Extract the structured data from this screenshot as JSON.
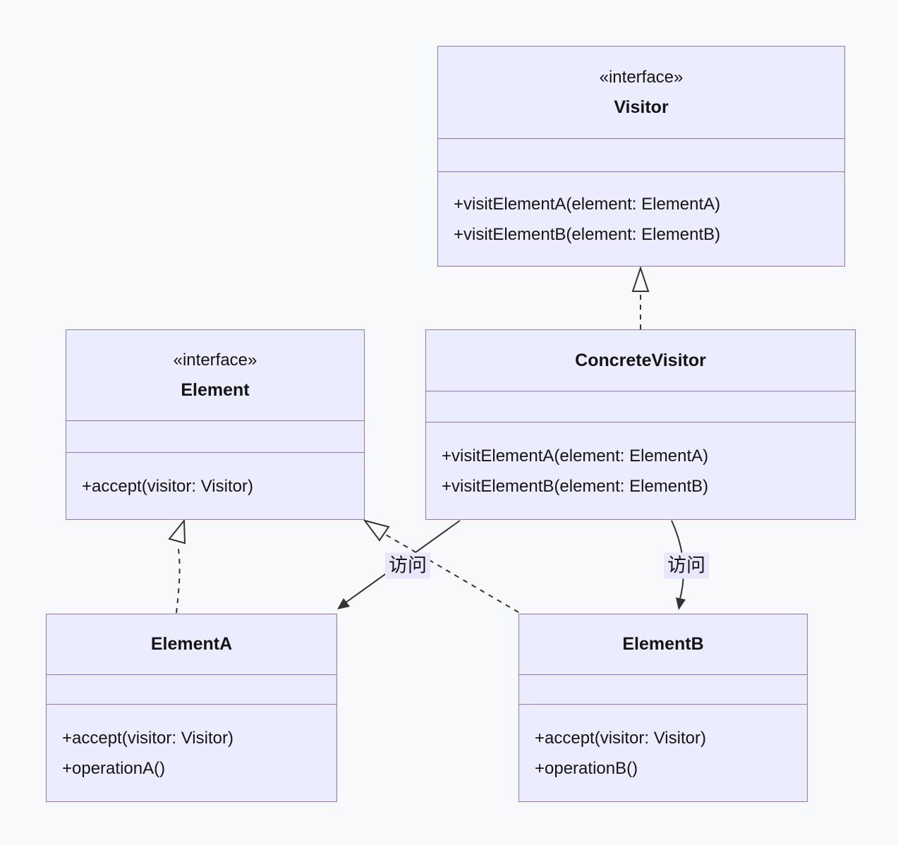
{
  "diagram_type": "uml-class-diagram",
  "colors": {
    "node_fill": "#ececff",
    "node_border": "#9370db",
    "edge_stroke": "#333333",
    "background": "#f8f9fb",
    "edge_label_bg": "#e8e8fc",
    "text": "#141414"
  },
  "classes": [
    {
      "id": "visitor",
      "stereotype": "«interface»",
      "name": "Visitor",
      "methods": [
        "+visitElementA(element: ElementA)",
        "+visitElementB(element: ElementB)"
      ]
    },
    {
      "id": "element",
      "stereotype": "«interface»",
      "name": "Element",
      "methods": [
        "+accept(visitor: Visitor)"
      ]
    },
    {
      "id": "concrete-visitor",
      "stereotype": "",
      "name": "ConcreteVisitor",
      "methods": [
        "+visitElementA(element: ElementA)",
        "+visitElementB(element: ElementB)"
      ]
    },
    {
      "id": "element-a",
      "stereotype": "",
      "name": "ElementA",
      "methods": [
        "+accept(visitor: Visitor)",
        "+operationA()"
      ]
    },
    {
      "id": "element-b",
      "stereotype": "",
      "name": "ElementB",
      "methods": [
        "+accept(visitor: Visitor)",
        "+operationB()"
      ]
    }
  ],
  "edges": [
    {
      "from": "ConcreteVisitor",
      "to": "Visitor",
      "type": "realization",
      "label": ""
    },
    {
      "from": "ElementA",
      "to": "Element",
      "type": "realization",
      "label": ""
    },
    {
      "from": "ElementB",
      "to": "Element",
      "type": "realization",
      "label": ""
    },
    {
      "from": "ConcreteVisitor",
      "to": "ElementA",
      "type": "dependency",
      "label": "访问"
    },
    {
      "from": "ConcreteVisitor",
      "to": "ElementB",
      "type": "dependency",
      "label": "访问"
    }
  ]
}
